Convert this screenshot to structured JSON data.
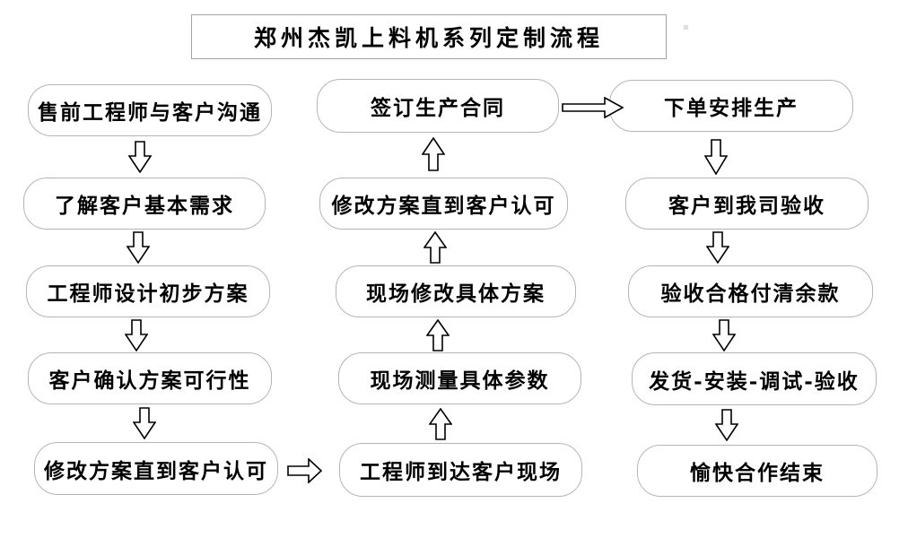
{
  "title": "郑州杰凯上料机系列定制流程",
  "colors": {
    "bg": "#ffffff",
    "box_border": "#b5b5b5",
    "title_border": "#a3a3a3",
    "text": "#000000",
    "arrow_stroke": "#000000",
    "arrow_fill": "#ffffff"
  },
  "flow": {
    "left_column": [
      "售前工程师与客户沟通",
      "了解客户基本需求",
      "工程师设计初步方案",
      "客户确认方案可行性",
      "修改方案直到客户认可"
    ],
    "middle_column": [
      "签订生产合同",
      "修改方案直到客户认可",
      "现场修改具体方案",
      "现场测量具体参数",
      "工程师到达客户现场"
    ],
    "right_column": [
      "下单安排生产",
      "客户到我司验收",
      "验收合格付清余款",
      "发货-安装-调试-验收",
      "愉快合作结束"
    ]
  },
  "icons": {
    "down_arrow": "hollow-down-arrow",
    "up_arrow": "hollow-up-arrow",
    "right_arrow": "hollow-right-arrow"
  }
}
